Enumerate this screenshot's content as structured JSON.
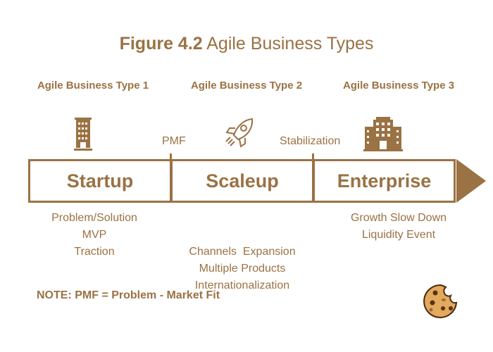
{
  "title": {
    "prefix": "Figure 4.2",
    "text": "Agile Business Types"
  },
  "types": [
    "Agile Business Type 1",
    "Agile Business Type 2",
    "Agile Business Type 3"
  ],
  "milestones": [
    "PMF",
    "Stabilization"
  ],
  "stages": [
    {
      "name": "Startup",
      "items": [
        "Problem/Solution",
        "MVP",
        "Traction"
      ]
    },
    {
      "name": "Scaleup",
      "items": [
        "Channels  Expansion",
        "Multiple Products",
        "Internationalization"
      ]
    },
    {
      "name": "Enterprise",
      "items": [
        "Growth Slow Down",
        "Liquidity Event"
      ]
    }
  ],
  "note": "NOTE: PMF = Problem - Market Fit",
  "colors": {
    "accent": "#9a7244"
  }
}
